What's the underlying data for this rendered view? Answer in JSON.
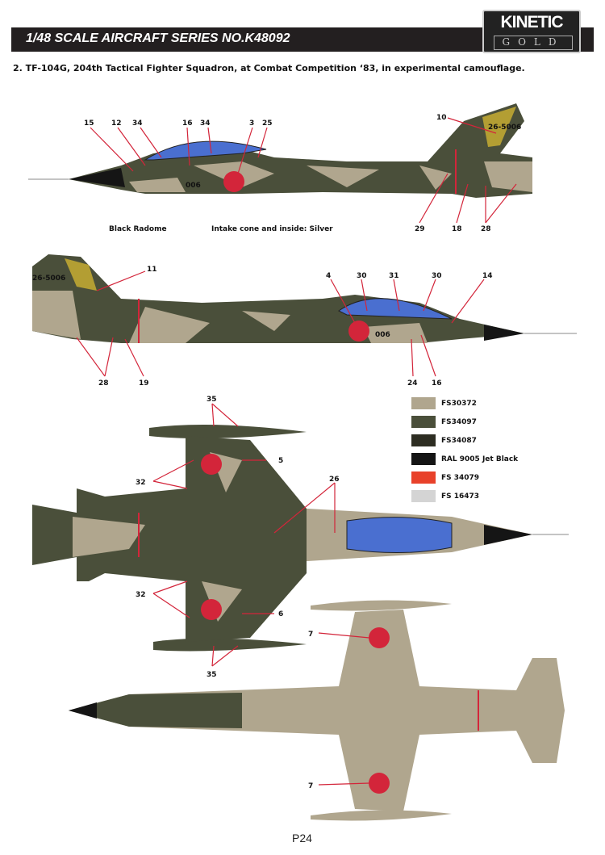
{
  "header": {
    "title": "1/48 SCALE  AIRCRAFT  SERIES NO.K48092",
    "logo_top": "KINETIC",
    "logo_bottom": "GOLD"
  },
  "subtitle": "2. TF-104G, 204th Tactical Fighter Squadron, at Combat Competition ‘83, in experimental camouflage.",
  "colors": {
    "sand": "#b0a68e",
    "green": "#4a4f3a",
    "dark": "#2d2d22",
    "black": "#151515",
    "red": "#e8412a",
    "grey": "#d4d4d4",
    "roundel": "#d3253a",
    "canopy": "#4a6fd0"
  },
  "profile_left": {
    "tail_code": "26-5006",
    "nose_number": "006",
    "callouts": [
      "15",
      "12",
      "34",
      "16",
      "34",
      "3",
      "25",
      "10",
      "29",
      "18",
      "28"
    ],
    "notes": [
      "Black Radome",
      "Intake cone and inside: Silver"
    ]
  },
  "profile_right": {
    "tail_code": "26-5006",
    "nose_number": "006",
    "callouts": [
      "11",
      "4",
      "30",
      "31",
      "30",
      "14",
      "28",
      "19",
      "24",
      "16"
    ]
  },
  "top_view": {
    "callouts": [
      "35",
      "5",
      "32",
      "26",
      "32",
      "6",
      "35"
    ]
  },
  "bottom_view": {
    "callouts": [
      "7",
      "7"
    ]
  },
  "legend": [
    {
      "code": "FS30372",
      "color": "#b0a68e"
    },
    {
      "code": "FS34097",
      "color": "#4a4f3a"
    },
    {
      "code": "FS34087",
      "color": "#2d2d22"
    },
    {
      "code": "RAL 9005 Jet Black",
      "color": "#151515"
    },
    {
      "code": "FS 34079",
      "color": "#e8412a"
    },
    {
      "code": "FS 16473",
      "color": "#d4d4d4"
    }
  ],
  "page_number": "P24"
}
